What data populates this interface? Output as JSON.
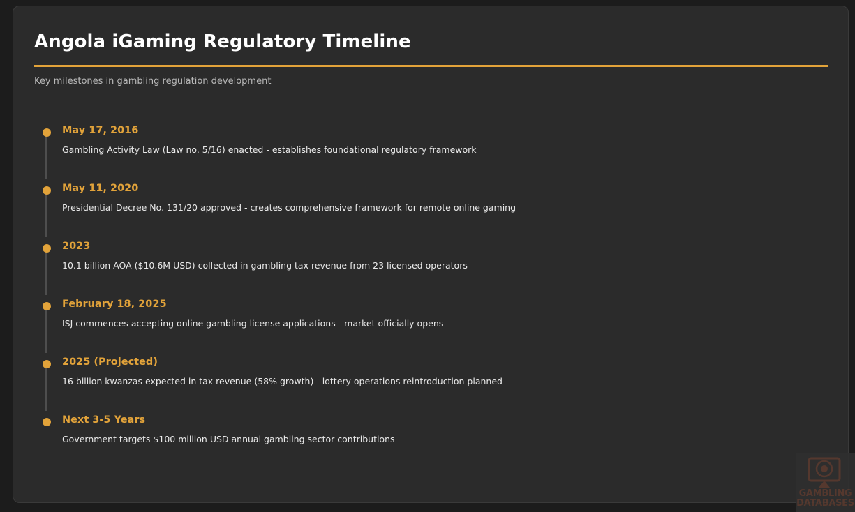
{
  "header": {
    "title": "Angola iGaming Regulatory Timeline",
    "subtitle": "Key milestones in gambling regulation development"
  },
  "colors": {
    "accent": "#e2a33a",
    "background": "#2b2b2b",
    "text": "#eaeaea"
  },
  "events": [
    {
      "date": "May 17, 2016",
      "description": "Gambling Activity Law (Law no. 5/16) enacted - establishes foundational regulatory framework"
    },
    {
      "date": "May 11, 2020",
      "description": "Presidential Decree No. 131/20 approved - creates comprehensive framework for remote online gaming"
    },
    {
      "date": "2023",
      "description": "10.1 billion AOA ($10.6M USD) collected in gambling tax revenue from 23 licensed operators"
    },
    {
      "date": "February 18, 2025",
      "description": "ISJ commences accepting online gambling license applications - market officially opens"
    },
    {
      "date": "2025 (Projected)",
      "description": "16 billion kwanzas expected in tax revenue (58% growth) - lottery operations reintroduction planned"
    },
    {
      "date": "Next 3-5 Years",
      "description": "Government targets $100 million USD annual gambling sector contributions"
    }
  ],
  "watermark": {
    "line1": "GAMBLING",
    "line2": "DATABASES"
  }
}
